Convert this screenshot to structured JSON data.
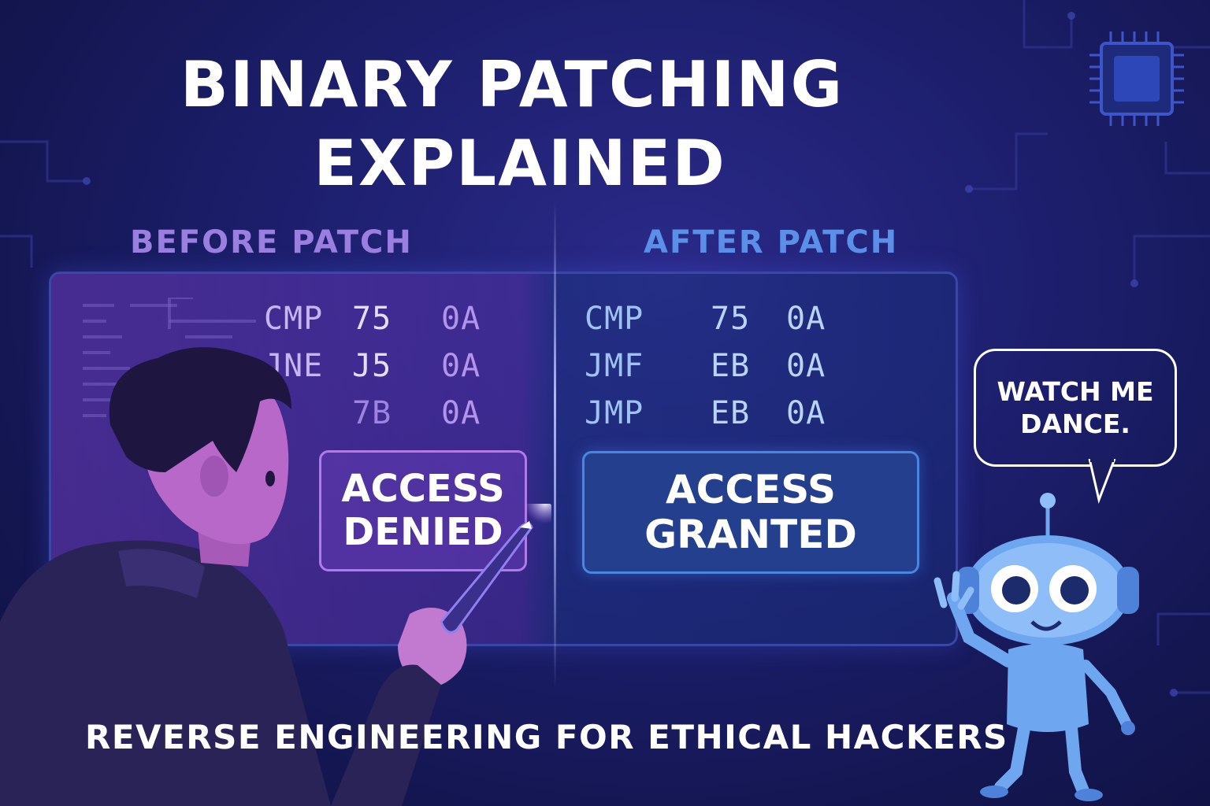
{
  "title": {
    "line1": "BINARY PATCHING",
    "line2": "EXPLAINED"
  },
  "before": {
    "label": "BEFORE PATCH",
    "rows": [
      {
        "op": "CMP",
        "b1": "75",
        "b2": "0A"
      },
      {
        "op": "JNE",
        "b1": "J5",
        "b2": "0A"
      },
      {
        "op": "",
        "b1": "7B",
        "b2": "0A"
      }
    ],
    "status_line1": "ACCESS",
    "status_line2": "DENIED"
  },
  "after": {
    "label": "AFTER PATCH",
    "rows": [
      {
        "op": "CMP",
        "b1": "75",
        "b2": "0A"
      },
      {
        "op": "JMF",
        "b1": "EB",
        "b2": "0A"
      },
      {
        "op": "JMP",
        "b1": "EB",
        "b2": "0A"
      }
    ],
    "status_line1": "ACCESS",
    "status_line2": "GRANTED"
  },
  "speech_bubble": {
    "line1": "WATCH ME",
    "line2": "DANCE."
  },
  "subtitle": "REVERSE ENGINEERING FOR ETHICAL HACKERS",
  "icons": [
    "chip-icon",
    "hacker-illustration",
    "stylus-icon",
    "robot-illustration"
  ],
  "colors": {
    "background": "#1a1c5e",
    "before_accent": "#9b7fe0",
    "after_accent": "#5b8fe8",
    "granted_fill": "#243f8e"
  }
}
